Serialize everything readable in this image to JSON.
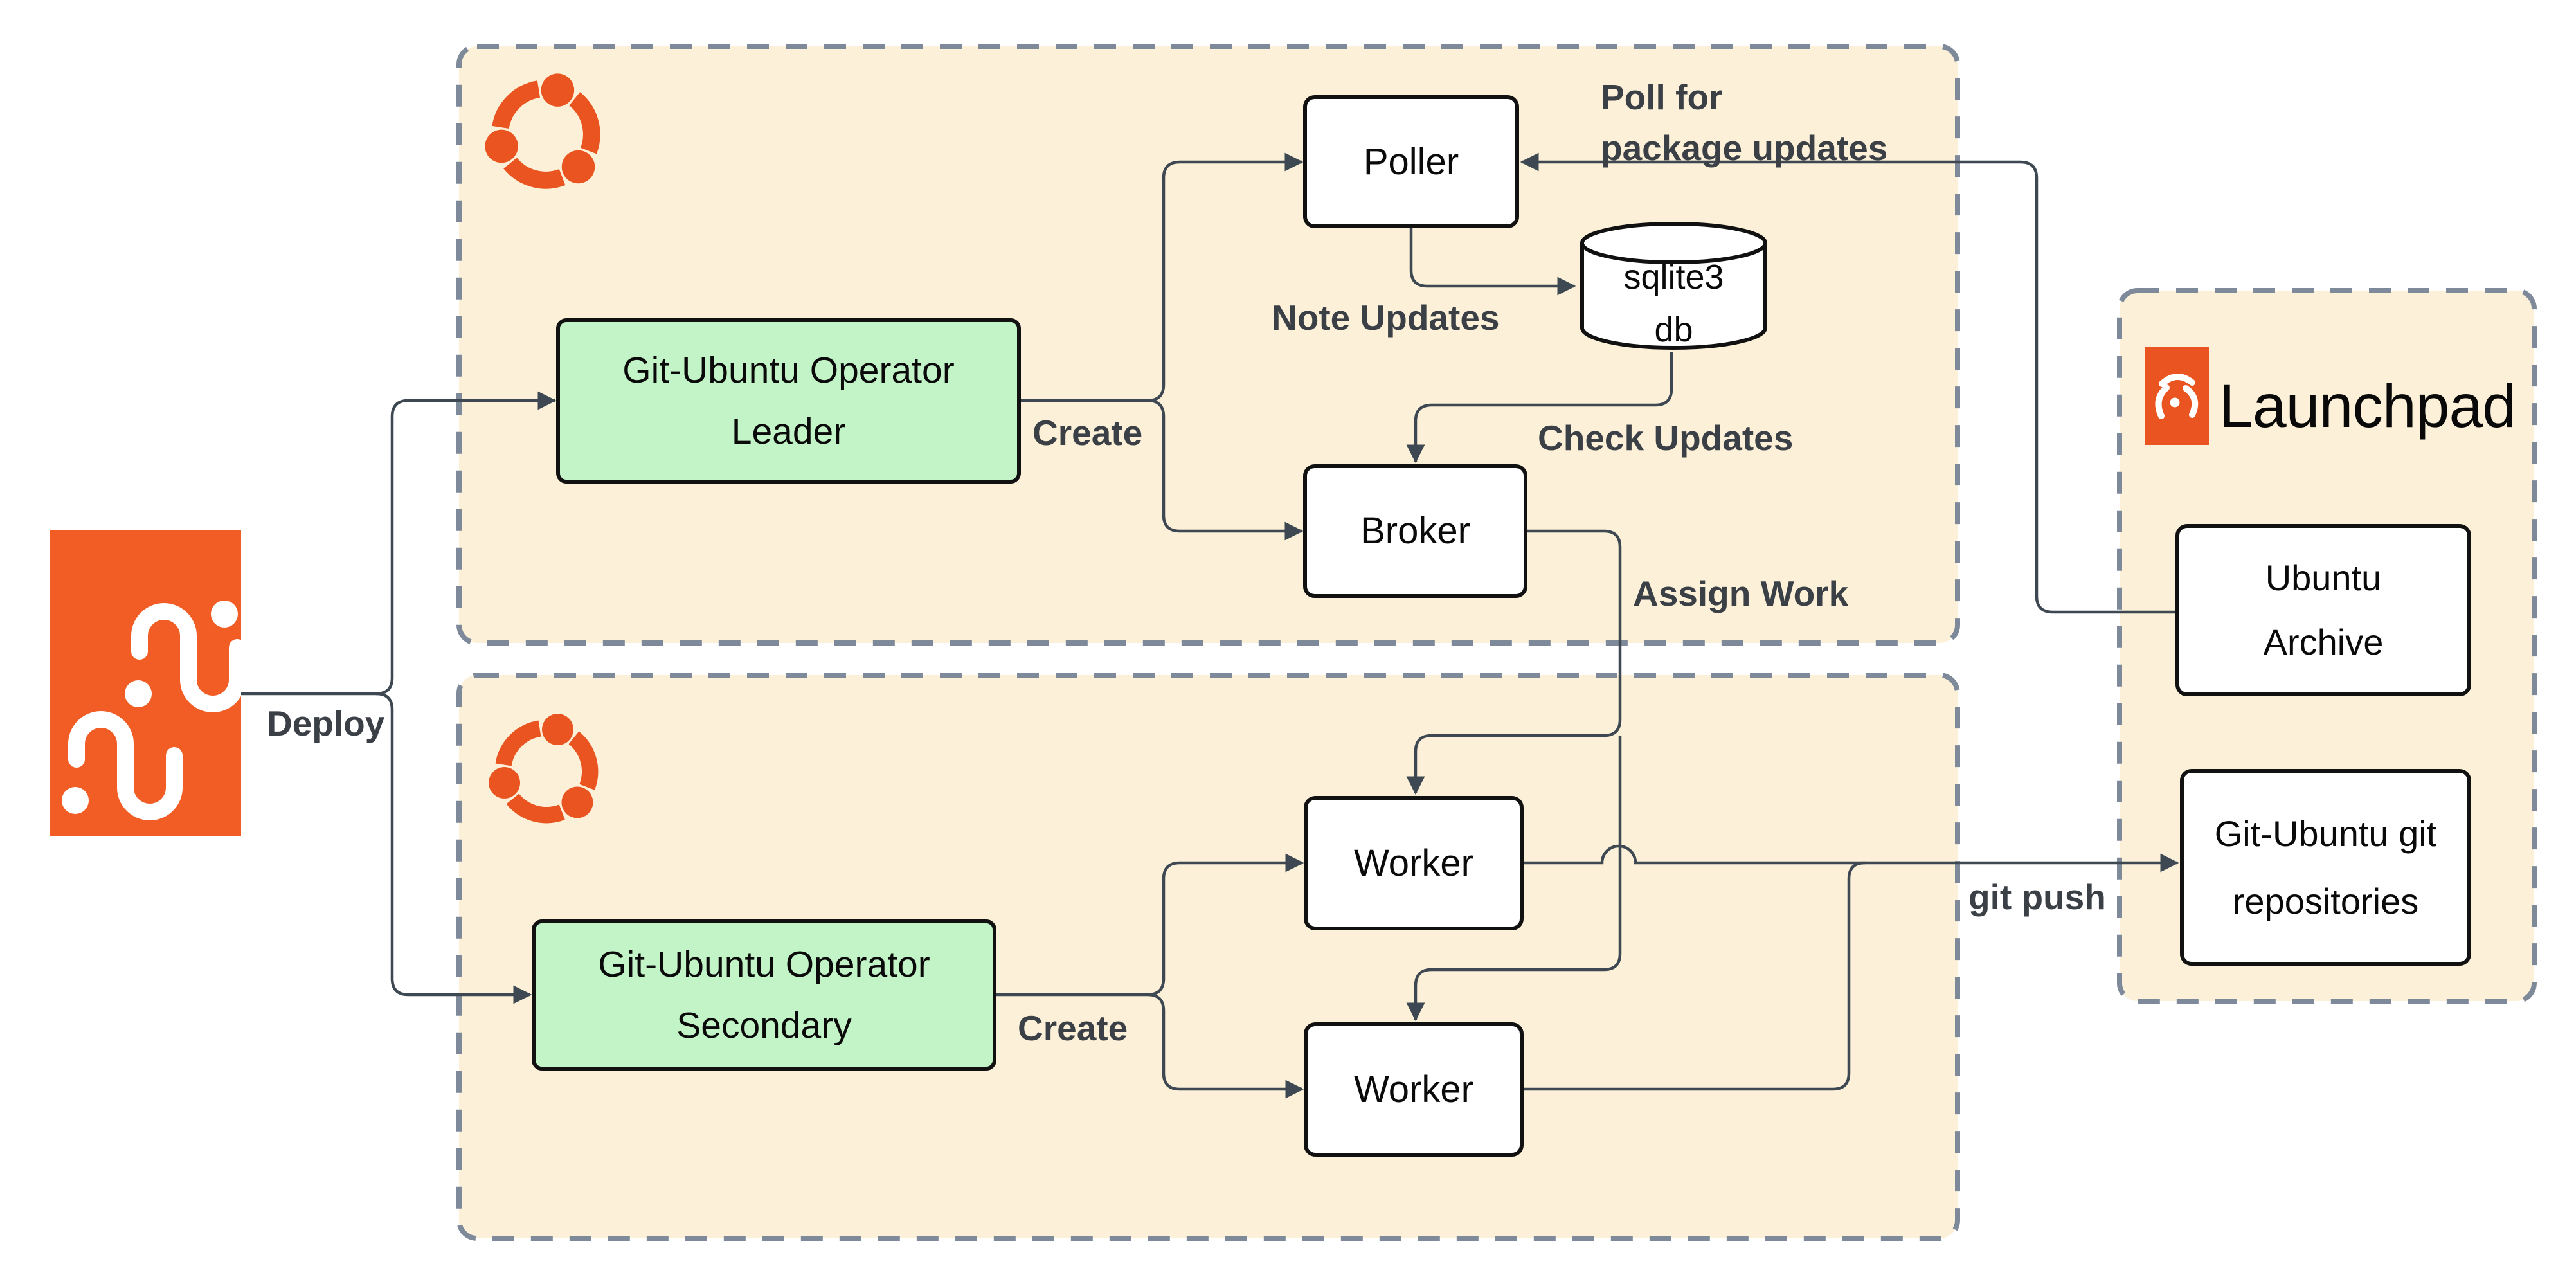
{
  "colors": {
    "background": "#FFFFFF",
    "container_fill": "#FCF1D8",
    "container_border": "#7E8A9A",
    "node_fill": "#FFFFFF",
    "node_border": "#111111",
    "operator_fill": "#C3F4C7",
    "line": "#3E4852",
    "edge_label": "#3A4046",
    "node_text": "#0A0A0A",
    "juju_orange": "#F15D24",
    "ubuntu_orange": "#E95420"
  },
  "icons": {
    "juju": "juju-logo",
    "ubuntu_top": "ubuntu-circle-of-friends-icon",
    "ubuntu_bottom": "ubuntu-circle-of-friends-icon",
    "launchpad": "launchpad-icon"
  },
  "launchpad": {
    "title": "Launchpad"
  },
  "nodes": {
    "leader": {
      "line1": "Git-Ubuntu Operator",
      "line2": "Leader"
    },
    "secondary": {
      "line1": "Git-Ubuntu Operator",
      "line2": "Secondary"
    },
    "poller": {
      "label": "Poller"
    },
    "broker": {
      "label": "Broker"
    },
    "worker1": {
      "label": "Worker"
    },
    "worker2": {
      "label": "Worker"
    },
    "sqlite_db": {
      "line1": "sqlite3",
      "line2": "db"
    },
    "ubuntu_archive": {
      "line1": "Ubuntu",
      "line2": "Archive"
    },
    "git_repositories": {
      "line1": "Git-Ubuntu git",
      "line2": "repositories"
    }
  },
  "edge_labels": {
    "deploy": "Deploy",
    "create_top": "Create",
    "create_bottom": "Create",
    "note_updates": "Note Updates",
    "check_updates": "Check Updates",
    "assign_work": "Assign Work",
    "poll_line1": "Poll for",
    "poll_line2": "package updates",
    "git_push": "git push"
  }
}
